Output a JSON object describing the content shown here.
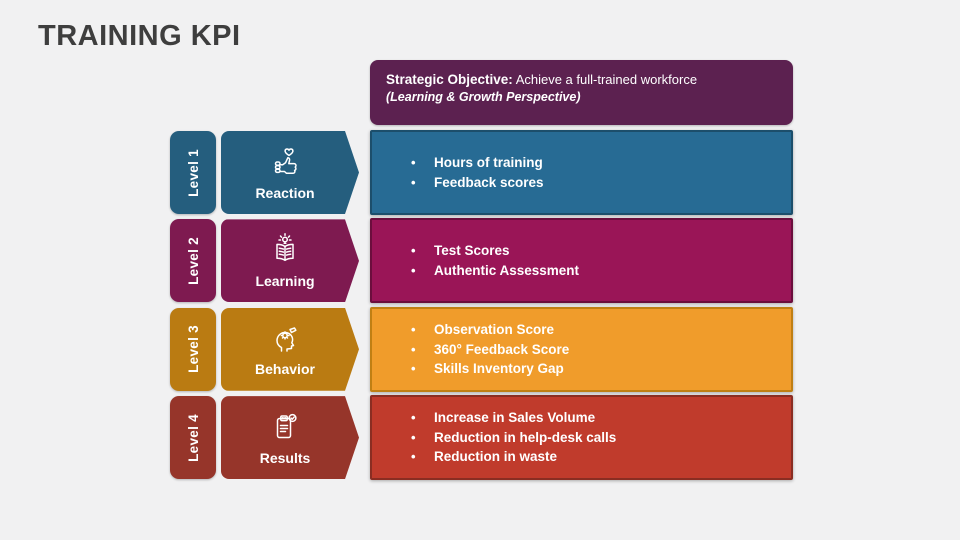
{
  "slide": {
    "title": "TRAINING KPI",
    "background": "#F1F1F2",
    "title_color": "#3E3E3E"
  },
  "objective": {
    "label": "Strategic Objective:",
    "text": " Achieve a full-trained workforce",
    "line2": "(Learning & Growth Perspective)",
    "bg": "#5C2150"
  },
  "levels": [
    {
      "tag": "Level 1",
      "name": "Reaction",
      "icon": "thumbs-up-heart-icon",
      "colors": {
        "dark": "#255E7E",
        "fill": "#276B94",
        "border": "#1C4E6B"
      },
      "bullets": [
        "Hours of training",
        "Feedback scores"
      ]
    },
    {
      "tag": "Level 2",
      "name": "Learning",
      "icon": "open-book-bulb-icon",
      "colors": {
        "dark": "#7E1A50",
        "fill": "#9A1557",
        "border": "#6B0E3D"
      },
      "bullets": [
        "Test Scores",
        "Authentic Assessment"
      ]
    },
    {
      "tag": "Level 3",
      "name": "Behavior",
      "icon": "head-gears-icon",
      "colors": {
        "dark": "#BA7B12",
        "fill": "#F09C2B",
        "border": "#C07F13"
      },
      "bullets": [
        "Observation Score",
        "360° Feedback Score",
        "Skills Inventory Gap"
      ]
    },
    {
      "tag": "Level 4",
      "name": "Results",
      "icon": "clipboard-check-icon",
      "colors": {
        "dark": "#96352A",
        "fill": "#C03B2C",
        "border": "#8A2D22"
      },
      "bullets": [
        "Increase in Sales Volume",
        "Reduction in help-desk calls",
        "Reduction in waste"
      ]
    }
  ]
}
